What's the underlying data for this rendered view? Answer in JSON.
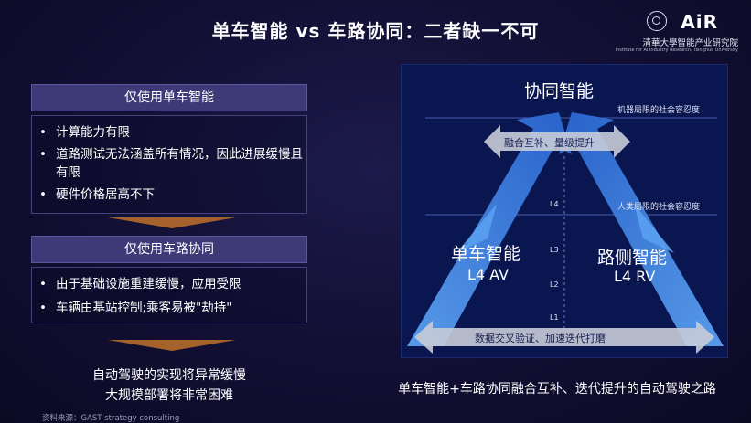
{
  "header": {
    "title": "单车智能 vs 车路协同：二者缺一不可",
    "logo_brand": "AiR",
    "logo_org": "清華大學智能产业研究院",
    "logo_org_en": "Institute for AI Industry Research, Tsinghua University"
  },
  "left": {
    "box1": {
      "title": "仅使用单车智能",
      "items": [
        "计算能力有限",
        "道路测试无法涵盖所有情况，因此进展缓慢且有限",
        "硬件价格居高不下"
      ]
    },
    "box2": {
      "title": "仅使用车路协同",
      "items": [
        "由于基础设施重建缓慢，应用受限",
        "车辆由基站控制;乘客易被\"劫持\""
      ]
    },
    "conclusion": [
      "自动驾驶的实现将异常缓慢",
      "大规模部署将非常困难"
    ],
    "source": "资料来源：GAST strategy consulting"
  },
  "diagram": {
    "top_node": "协同智能",
    "machine_line": "机器局限的社会容忍度",
    "human_line": "人类局限的社会容忍度",
    "top_arrow": "融合互补、量级提升",
    "left_node": "单车智能",
    "left_level": "L4 AV",
    "right_node": "路侧智能",
    "right_level": "L4 RV",
    "bottom_arrow": "数据交叉验证、加速迭代打磨",
    "levels": [
      "L4",
      "L3",
      "L2",
      "L1"
    ],
    "caption": "单车智能+车路协同融合互补、迭代提升的自动驾驶之路"
  },
  "colors": {
    "background": "#120f33",
    "box_header": "#3e3a78",
    "panel": "#0a1650",
    "arrow_blue": "#3f86e6",
    "arrow_gray": "#c8ccd8",
    "chevron": "#c0712a"
  }
}
